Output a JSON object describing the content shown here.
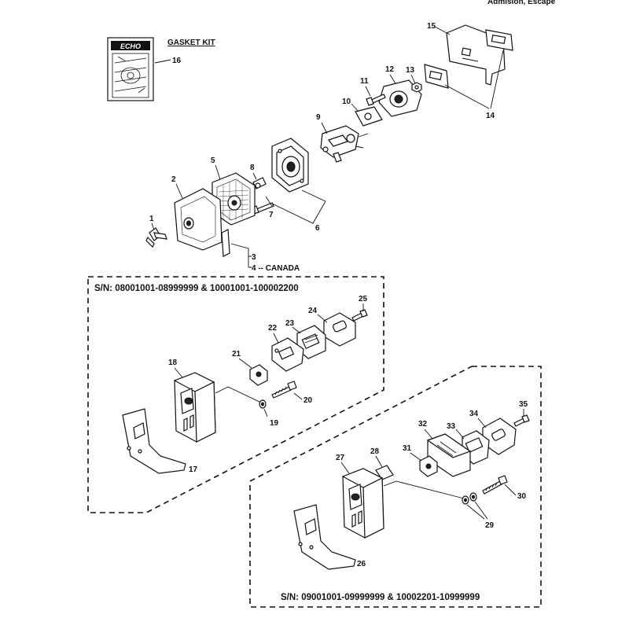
{
  "header_text": "Admision, Escape",
  "gasket_kit": {
    "brand": "ECHO",
    "title": "GASKET KIT",
    "part_number": "16"
  },
  "callouts": {
    "c1": "1",
    "c2": "2",
    "c3": "3",
    "c4": "4 -- CANADA",
    "c5": "5",
    "c6": "6",
    "c7": "7",
    "c8": "8",
    "c9": "9",
    "c10": "10",
    "c11": "11",
    "c12": "12",
    "c13": "13",
    "c14": "14",
    "c15": "15",
    "c17": "17",
    "c18": "18",
    "c19": "19",
    "c20": "20",
    "c21": "21",
    "c22": "22",
    "c23": "23",
    "c24": "24",
    "c25": "25",
    "c26": "26",
    "c27": "27",
    "c28": "28",
    "c29": "29",
    "c30": "30",
    "c31": "31",
    "c32": "32",
    "c33": "33",
    "c34": "34",
    "c35": "35"
  },
  "serial_groups": {
    "group_a": "S/N: 08001001-08999999 & 10001001-100002200",
    "group_b": "S/N: 09001001-09999999 & 10002201-10999999"
  }
}
